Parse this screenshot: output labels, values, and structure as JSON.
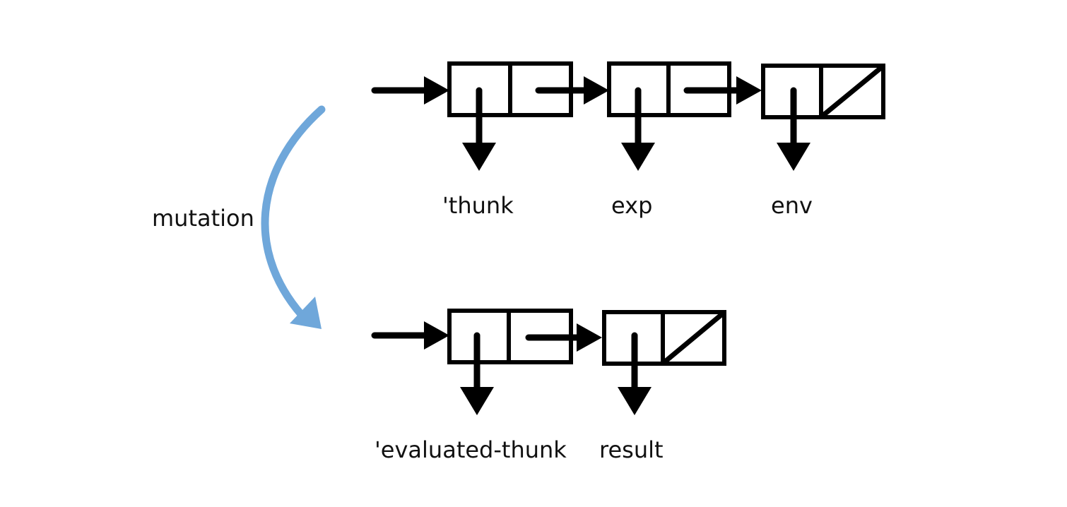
{
  "before": {
    "labels": [
      "'thunk",
      "exp",
      "env"
    ]
  },
  "after": {
    "labels": [
      "'evaluated-thunk",
      "result"
    ]
  },
  "transition": {
    "label": "mutation",
    "color": "#6fa7da"
  }
}
